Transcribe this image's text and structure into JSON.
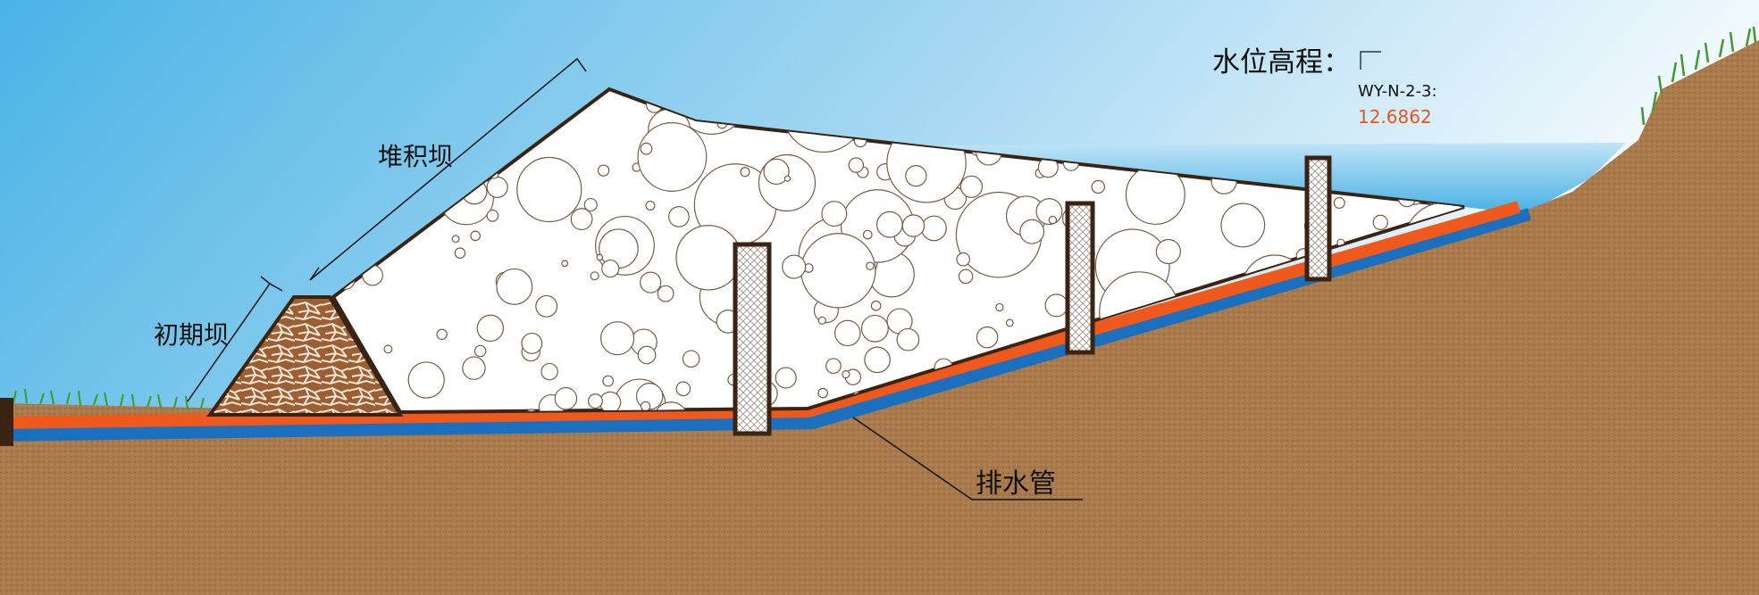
{
  "labels": {
    "deposit_dam": "堆积坝",
    "starter_dam": "初期坝",
    "drain_pipe": "排水管"
  },
  "water_level": {
    "title": "水位高程：",
    "station": "WY-N-2-3:",
    "value": "12.6862"
  },
  "colors": {
    "sky": "#4ab3e6",
    "soil": "#a97a4c",
    "orange_layer": "#ef5a1c",
    "blue_pipe": "#1a6fbf",
    "value_text": "#e8541c",
    "outline": "#3b2314"
  }
}
